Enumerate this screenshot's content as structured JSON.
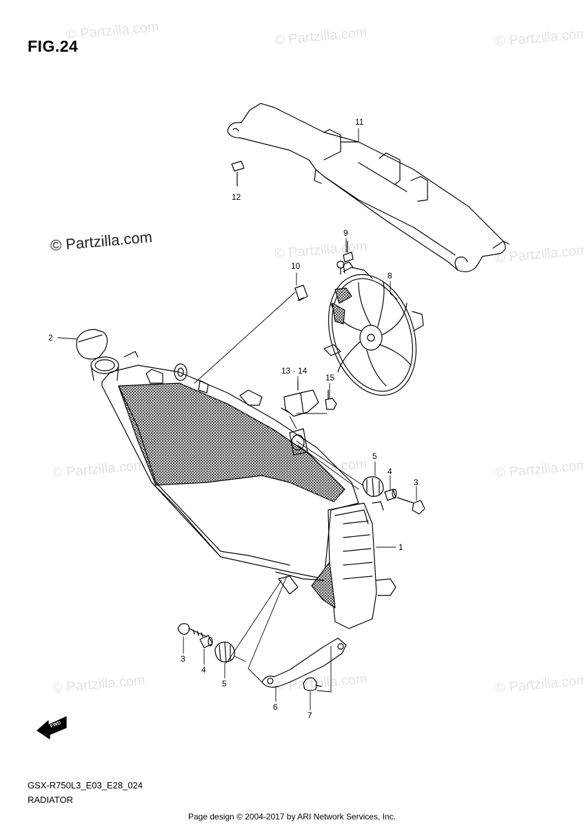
{
  "figure": {
    "title": "FIG.24",
    "code": "GSX-R750L3_E03_E28_024",
    "name": "RADIATOR"
  },
  "watermark": {
    "main": "© Partzilla.com",
    "repeat": "© Partzilla.com"
  },
  "callouts": {
    "c1": "1",
    "c2": "2",
    "c3a": "3",
    "c3b": "3",
    "c4a": "4",
    "c4b": "4",
    "c5a": "5",
    "c5b": "5",
    "c6": "6",
    "c7": "7",
    "c8": "8",
    "c9": "9",
    "c10": "10",
    "c11": "11",
    "c12": "12",
    "c1314": "13 · 14",
    "c15": "15"
  },
  "fwd_label": "FWD",
  "footer": "Page design © 2004-2017 by ARI Network Services, Inc.",
  "colors": {
    "line": "#000000",
    "watermark": "#e2e2e2"
  }
}
